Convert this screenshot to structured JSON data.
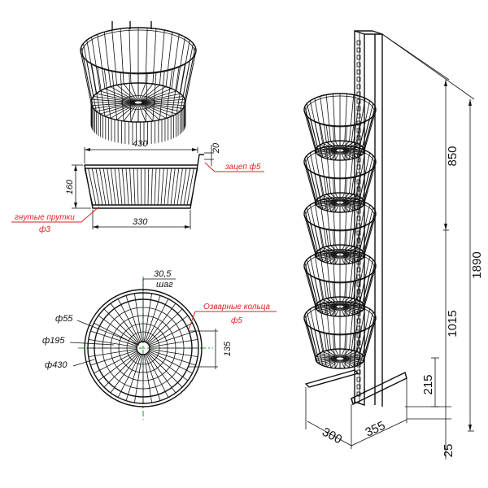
{
  "colors": {
    "line": "#111111",
    "annotation": "#dd2222",
    "axis": "#1a9a2a",
    "background": "#ffffff"
  },
  "side_view": {
    "top_diameter": "430",
    "bottom_diameter": "330",
    "height": "160",
    "hook_size": "20",
    "hook_label": "зацеп ф5",
    "rods_label_line1": "гнутые прутки",
    "rods_label_line2": "ф3"
  },
  "top_view": {
    "pitch_value": "30,5",
    "pitch_label": "шаг",
    "inner_diameter": "ф55",
    "mid_diameter": "ф195",
    "outer_diameter": "ф430",
    "radius_dim": "135",
    "rings_label_line1": "Озварные кольца",
    "rings_label_line2": "ф5"
  },
  "stand": {
    "basket_count": "5",
    "upper_span": "850",
    "total_height": "1890",
    "lower_span": "1015",
    "base_clearance": "215",
    "foot_height": "25",
    "base_depth": "300",
    "base_width": "355"
  }
}
